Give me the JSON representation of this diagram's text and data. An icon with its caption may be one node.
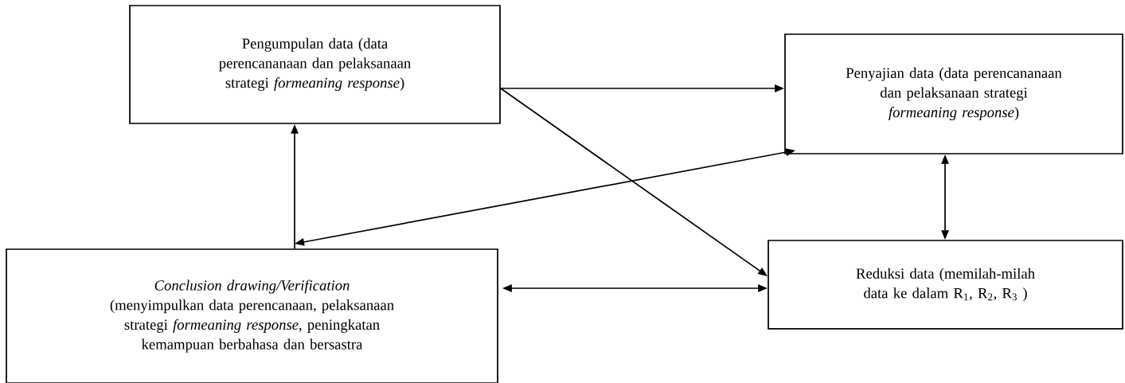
{
  "diagram": {
    "nodes": [
      {
        "text": [
          "Pengumpulan data (data perencananaan dan pelaksanaan strategi *formeaning response*)"
        ]
      },
      {
        "text": [
          "Penyajian data (data perencananaan dan pelaksanaan strategi *formeaning response*)"
        ]
      },
      {
        "text": [
          "Conclusion drawing/Verification",
          "(menyimpulkan data perencanaan, pelaksanaan strategi *formeaning response*, peningkatan kemampuan berbahasa dan bersastra"
        ]
      },
      {
        "text": [
          "Reduksi data (memilah-milah data ke dalam R$_{1}$, R$_{2}$, R$_{3}$ )"
        ]
      }
    ],
    "edges": [
      {
        "from": 0,
        "to": 1,
        "arrow": "to"
      },
      {
        "from": 0,
        "to": 3,
        "arrow": "to"
      },
      {
        "from": 2,
        "to": 0,
        "arrow": "to"
      },
      {
        "from": 2,
        "to": 1,
        "arrow": "both"
      },
      {
        "from": 1,
        "to": 3,
        "arrow": "both"
      },
      {
        "from": 2,
        "to": 3,
        "arrow": "both"
      }
    ]
  }
}
